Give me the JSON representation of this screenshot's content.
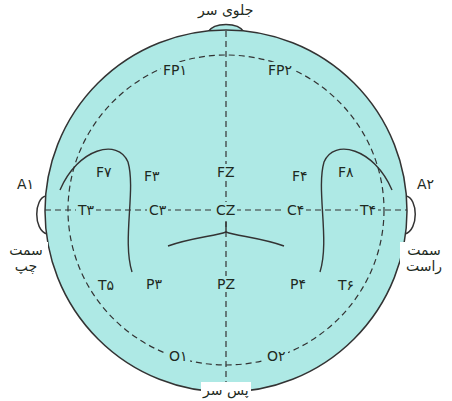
{
  "diagram": {
    "labels": [
      "جلوی سر",
      "FP۱",
      "FP۲",
      "F۷",
      "F۳",
      "FZ",
      "F۴",
      "F۸",
      "A۱",
      "A۲",
      "T۳",
      "C۳",
      "CZ",
      "C۴",
      "T۴",
      "سمت چپ",
      "سمت راست",
      "T۵",
      "P۳",
      "PZ",
      "P۴",
      "T۶",
      "O۱",
      "O۲",
      "پس سر"
    ]
  }
}
